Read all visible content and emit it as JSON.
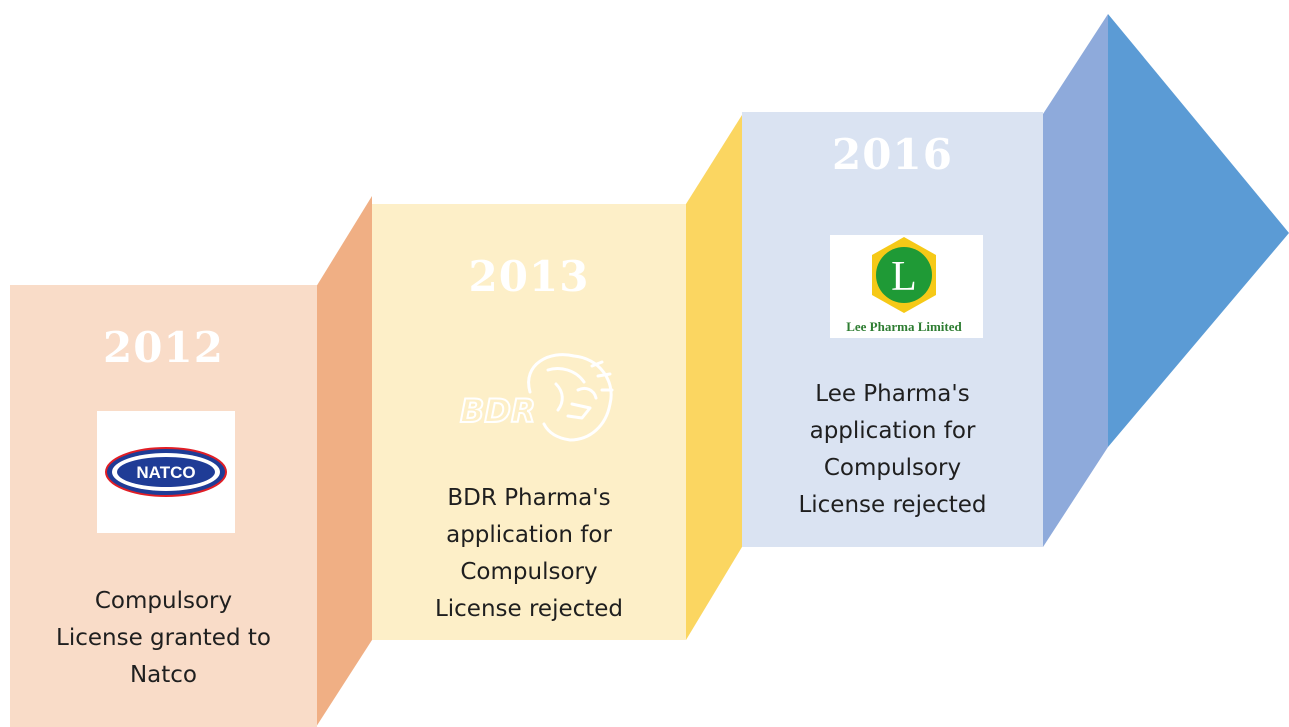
{
  "colors": {
    "panel1_face": "#f9dcc8",
    "panel1_fold": "#f0af84",
    "panel2_face": "#fdefc8",
    "panel2_fold": "#fbd661",
    "panel3_face": "#dae3f2",
    "panel3_fold": "#8eaadb",
    "arrow_dark": "#5b9bd5",
    "natco_blue": "#1f3c96",
    "natco_red": "#e01e26",
    "lee_green": "#1f9a36",
    "lee_yellow": "#f6c917"
  },
  "milestones": [
    {
      "year": "2012",
      "logo_icon": "natco-logo-icon",
      "logo_text": "NATCO",
      "caption_lines": [
        "Compulsory",
        "License granted to",
        "Natco"
      ]
    },
    {
      "year": "2013",
      "logo_icon": "bdr-lion-logo-icon",
      "logo_text": "BDR",
      "caption_lines": [
        "BDR Pharma's",
        "application for",
        "Compulsory",
        "License rejected"
      ]
    },
    {
      "year": "2016",
      "logo_icon": "lee-pharma-logo-icon",
      "logo_text": "Lee Pharma Limited",
      "logo_letter": "L",
      "caption_lines": [
        "Lee Pharma's",
        "application for",
        "Compulsory",
        "License rejected"
      ]
    }
  ]
}
